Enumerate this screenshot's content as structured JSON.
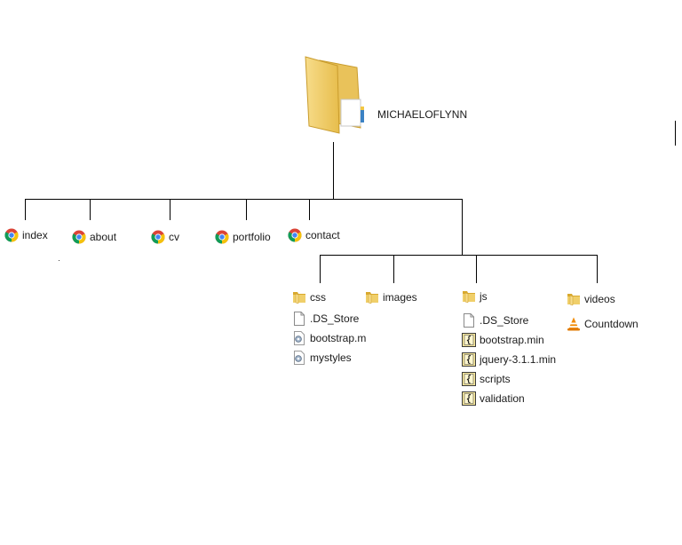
{
  "root": {
    "name": "MICHAELOFLYNN",
    "icon": "large-folder-icon"
  },
  "pages": [
    {
      "name": "index",
      "icon": "chrome-icon"
    },
    {
      "name": "about",
      "icon": "chrome-icon"
    },
    {
      "name": "cv",
      "icon": "chrome-icon"
    },
    {
      "name": "portfolio",
      "icon": "chrome-icon"
    },
    {
      "name": "contact",
      "icon": "chrome-icon"
    }
  ],
  "folders": [
    {
      "name": "css",
      "icon": "folder-icon",
      "children": [
        {
          "name": ".DS_Store",
          "icon": "blank-file-icon"
        },
        {
          "name": "bootstrap.m",
          "icon": "css-file-icon"
        },
        {
          "name": "mystyles",
          "icon": "css-file-icon"
        }
      ]
    },
    {
      "name": "images",
      "icon": "folder-icon",
      "children": []
    },
    {
      "name": "js",
      "icon": "folder-icon",
      "children": [
        {
          "name": ".DS_Store",
          "icon": "blank-file-icon"
        },
        {
          "name": "bootstrap.min",
          "icon": "script-file-icon"
        },
        {
          "name": "jquery-3.1.1.min",
          "icon": "script-file-icon"
        },
        {
          "name": "scripts",
          "icon": "script-file-icon"
        },
        {
          "name": "validation",
          "icon": "script-file-icon"
        }
      ]
    },
    {
      "name": "videos",
      "icon": "folder-icon",
      "children": [
        {
          "name": "Countdown",
          "icon": "vlc-icon"
        }
      ]
    }
  ],
  "colors": {
    "line": "#000000",
    "folder": "#f0cf6a",
    "folder_dark": "#d9a92e",
    "chrome_red": "#db4437",
    "chrome_yellow": "#f4c20d",
    "chrome_green": "#0f9d58",
    "chrome_blue": "#4285f4",
    "vlc_orange": "#f28a00"
  }
}
